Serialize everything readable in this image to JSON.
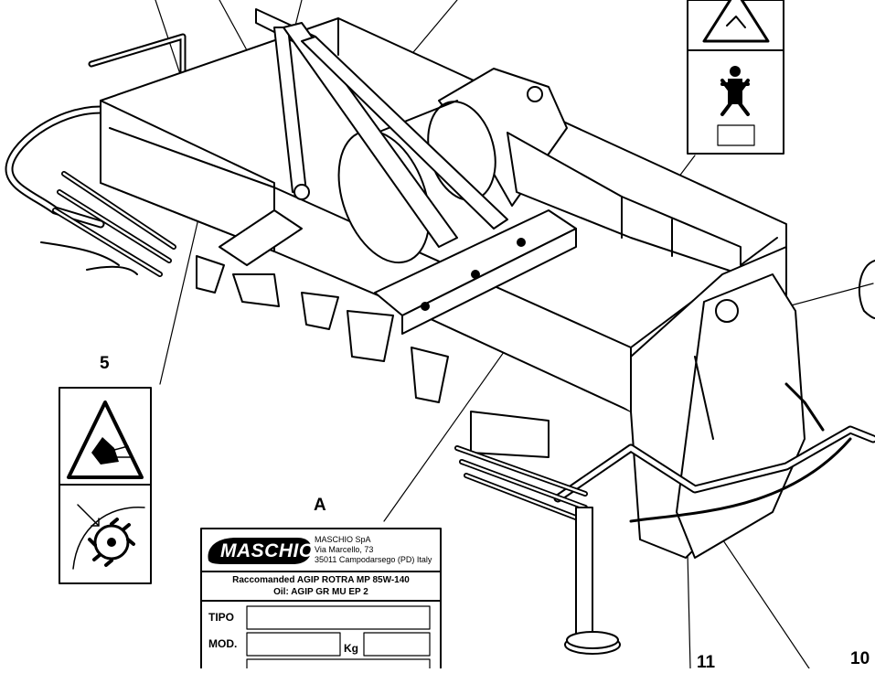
{
  "callouts": {
    "c5": "5",
    "cA": "A",
    "c11": "11",
    "c10": "10"
  },
  "icons": [
    "pinch-hazard-icon",
    "no-standing-icon",
    "hand-entanglement-warning-icon",
    "rotating-rotor-icon",
    "maschio-logo-icon"
  ],
  "plate": {
    "brand": "MASCHIO",
    "company": "MASCHIO SpA",
    "address1": "Via Marcello, 73",
    "address2": "35011 Campodarsego (PD) Italy",
    "recommended": "Raccomanded AGIP ROTRA MP 85W-140",
    "oil": "Oil: AGIP GR MU EP 2",
    "tipo_label": "TIPO",
    "mod_label": "MOD.",
    "kg_label": "Kg"
  }
}
